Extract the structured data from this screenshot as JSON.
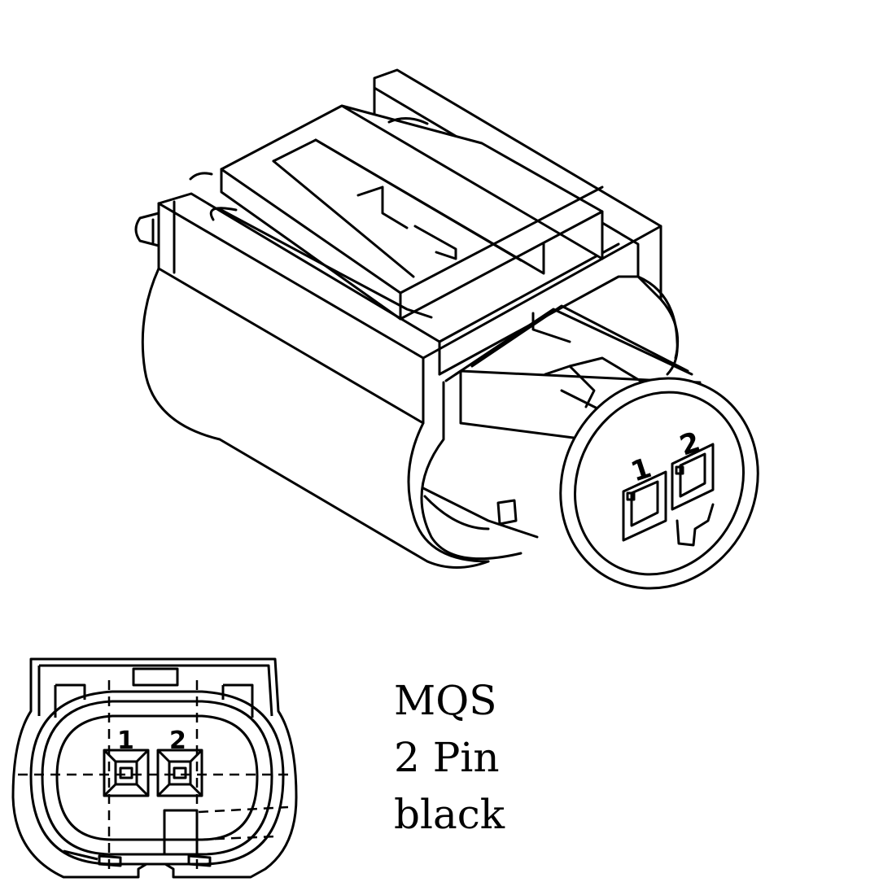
{
  "connector": {
    "pins": [
      "1",
      "2"
    ],
    "caption": {
      "line1": "MQS",
      "line2": "2 Pin",
      "line3": "black"
    }
  },
  "colors": {
    "line": "#000000",
    "background": "#ffffff"
  }
}
